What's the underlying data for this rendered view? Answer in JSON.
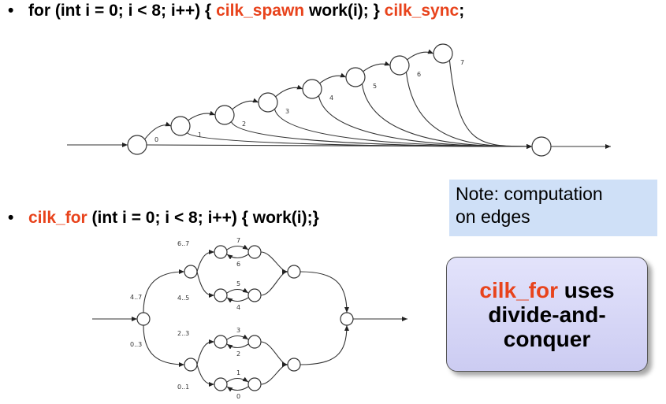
{
  "line1": {
    "bullet": "•",
    "pre": "for (int i = 0; i < 8; i++) { ",
    "spawn": "cilk_spawn",
    "mid": " work(i); } ",
    "sync": "cilk_sync",
    "post": ";"
  },
  "line2": {
    "bullet": "•",
    "kw": "cilk_for",
    "post": " (int i = 0; i < 8; i++) { work(i);}"
  },
  "note": {
    "line1": "Note: computation",
    "line2": "on edges"
  },
  "callout": {
    "kw": "cilk_for",
    "rest1": " uses",
    "line2": "divide-and-",
    "line3": "conquer"
  },
  "diagram1": {
    "labels": [
      "0",
      "1",
      "2",
      "3",
      "4",
      "5",
      "6",
      "7"
    ]
  },
  "diagram2": {
    "root_labels": [
      "4..7",
      "0..3"
    ],
    "mid_labels": [
      "6..7",
      "4..5",
      "2..3",
      "0..1"
    ],
    "leaf_labels": [
      "7",
      "6",
      "5",
      "4",
      "3",
      "2",
      "1",
      "0"
    ]
  },
  "colors": {
    "keyword": "#e8431c",
    "note_bg": "#cfe0f7",
    "callout_bg": "#d6d6f6"
  }
}
